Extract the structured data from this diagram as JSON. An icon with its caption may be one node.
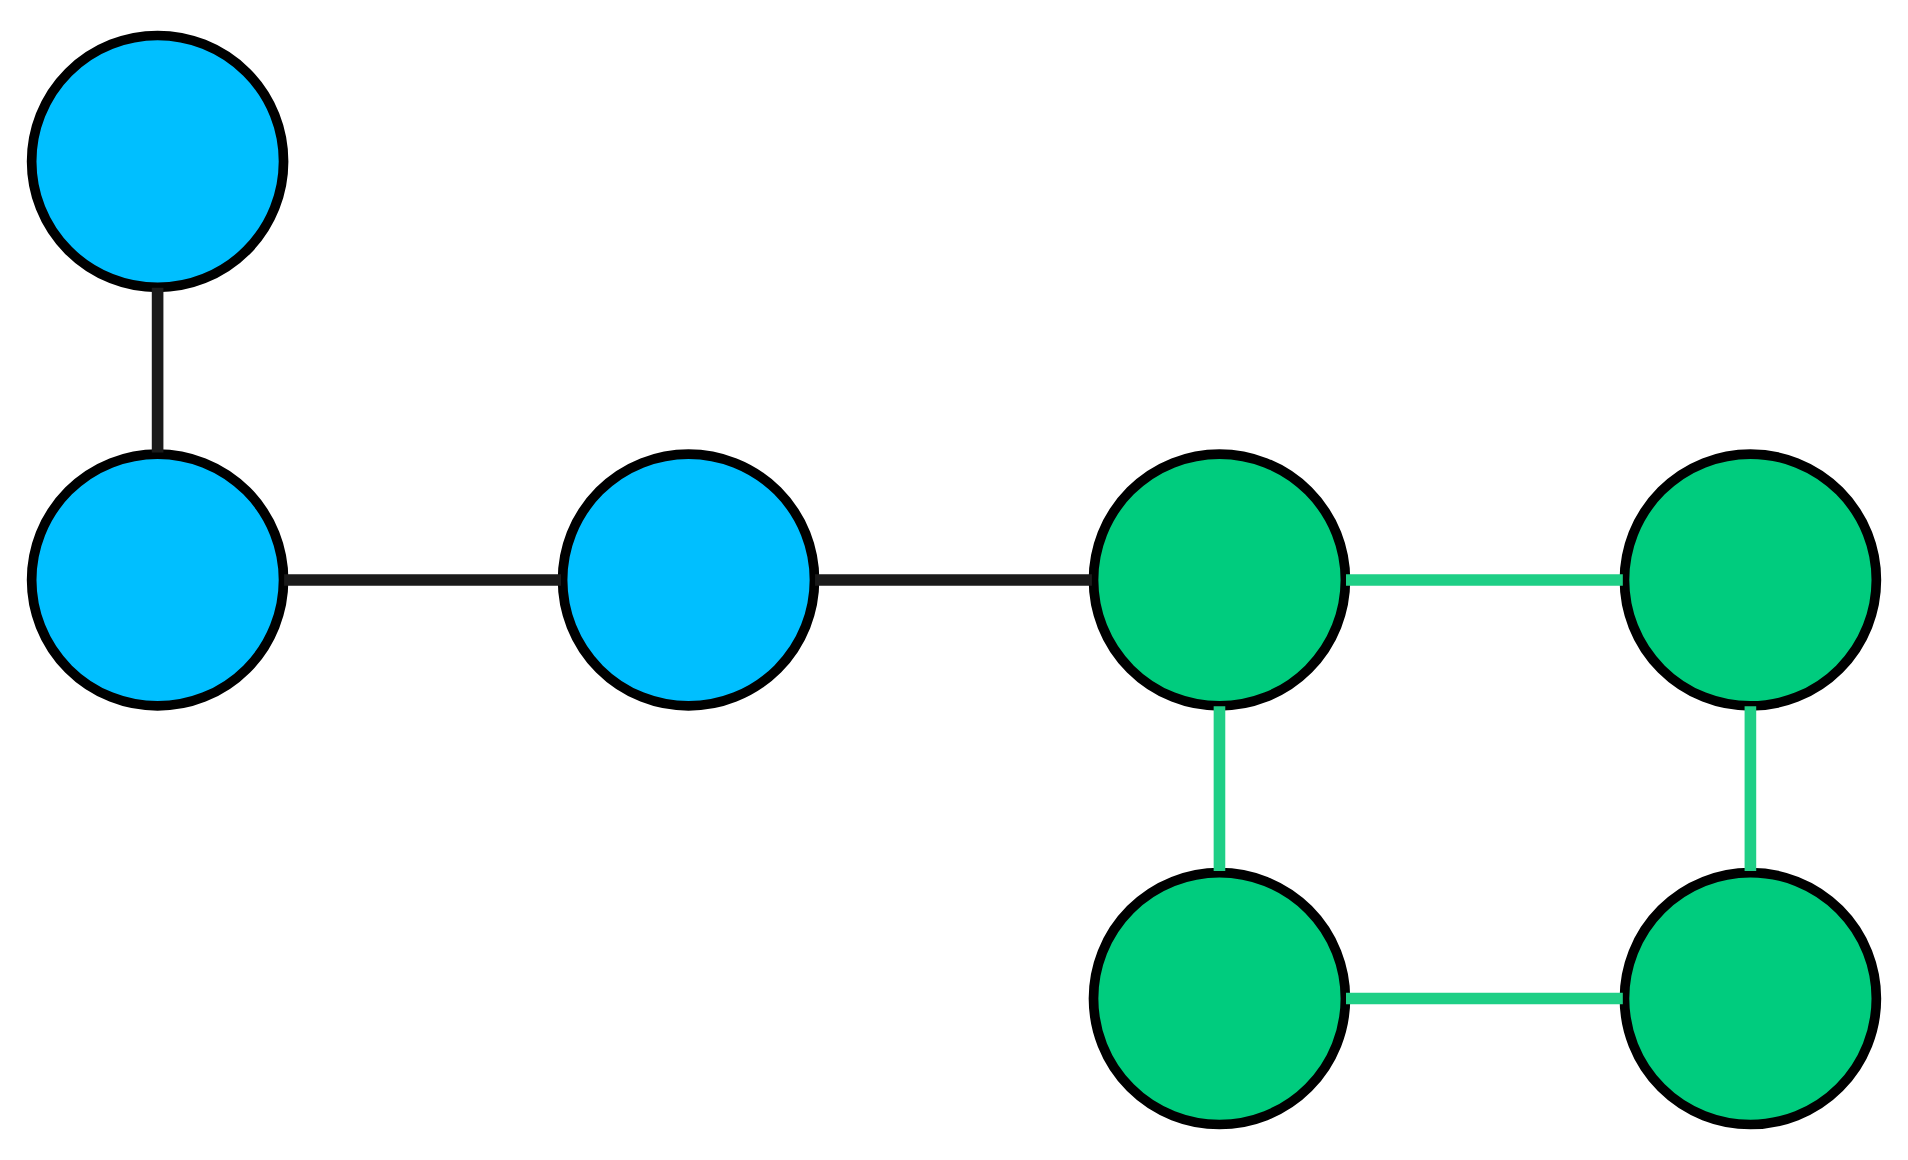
{
  "diagram": {
    "nodes": [
      {
        "text": [],
        "shape": "circle"
      },
      {
        "text": [],
        "shape": "circle"
      },
      {
        "text": [],
        "shape": "circle"
      },
      {
        "text": [],
        "shape": "circle"
      },
      {
        "text": [],
        "shape": "circle"
      },
      {
        "text": [],
        "shape": "circle"
      },
      {
        "text": [],
        "shape": "circle"
      }
    ],
    "edges": [
      {
        "from": 0,
        "to": 1,
        "arrow": "none",
        "color": "#1a1a1a"
      },
      {
        "from": 1,
        "to": 2,
        "arrow": "none",
        "color": "#1a1a1a"
      },
      {
        "from": 2,
        "to": 3,
        "arrow": "none",
        "color": "#1a1a1a"
      },
      {
        "from": 3,
        "to": 4,
        "arrow": "none"
      },
      {
        "from": 3,
        "to": 5,
        "arrow": "none"
      },
      {
        "from": 4,
        "to": 6,
        "arrow": "none"
      },
      {
        "from": 5,
        "to": 6,
        "arrow": "none"
      }
    ]
  }
}
